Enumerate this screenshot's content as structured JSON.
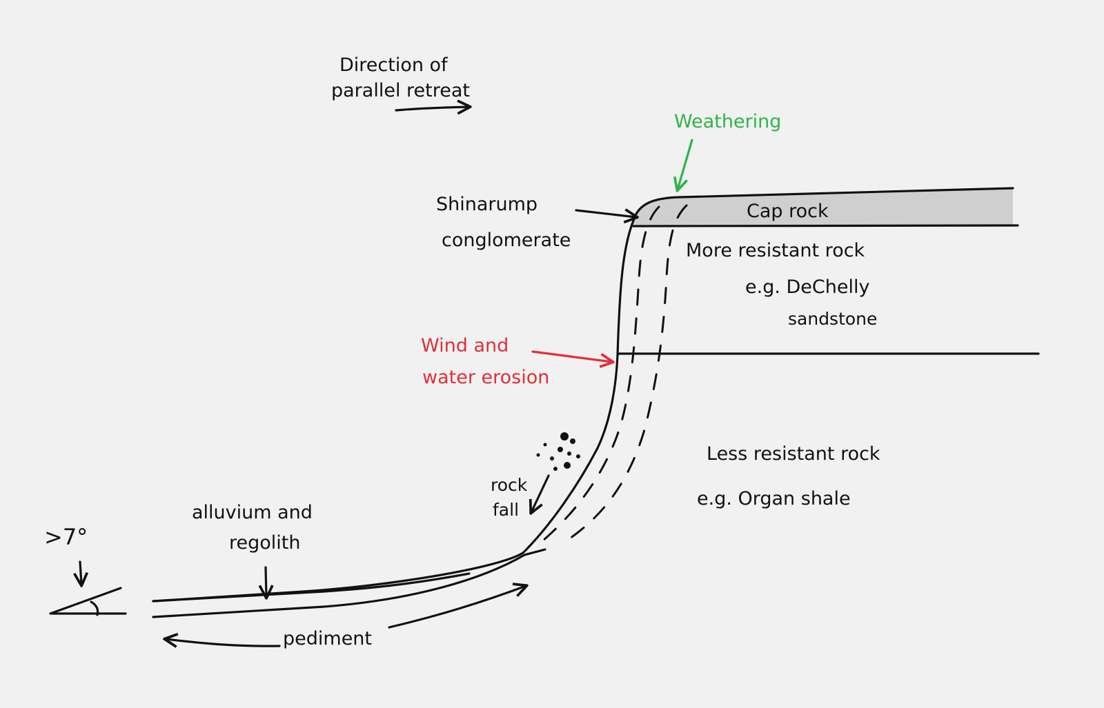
{
  "labels": {
    "direction_line1": "Direction of",
    "direction_line2": "parallel retreat",
    "weathering": "Weathering",
    "shinarump_line1": "Shinarump",
    "shinarump_line2": "conglomerate",
    "cap_rock": "Cap rock",
    "more_resistant": "More resistant rock",
    "dechelly_line1": "e.g. DeChelly",
    "dechelly_line2": "sandstone",
    "wind_line1": "Wind and",
    "wind_line2": "water erosion",
    "less_resistant": "Less resistant rock",
    "organ_shale": "e.g. Organ shale",
    "rock_fall_line1": "rock",
    "rock_fall_line2": "fall",
    "alluvium_line1": "alluvium and",
    "alluvium_line2": "regolith",
    "angle": ">7°",
    "pediment": "pediment"
  },
  "colors": {
    "ink": "#111111",
    "weathering": "#2fb34a",
    "erosion": "#e0303a",
    "cap_rock_fill": "#cfcfcf",
    "background": "#f1f1f1"
  }
}
